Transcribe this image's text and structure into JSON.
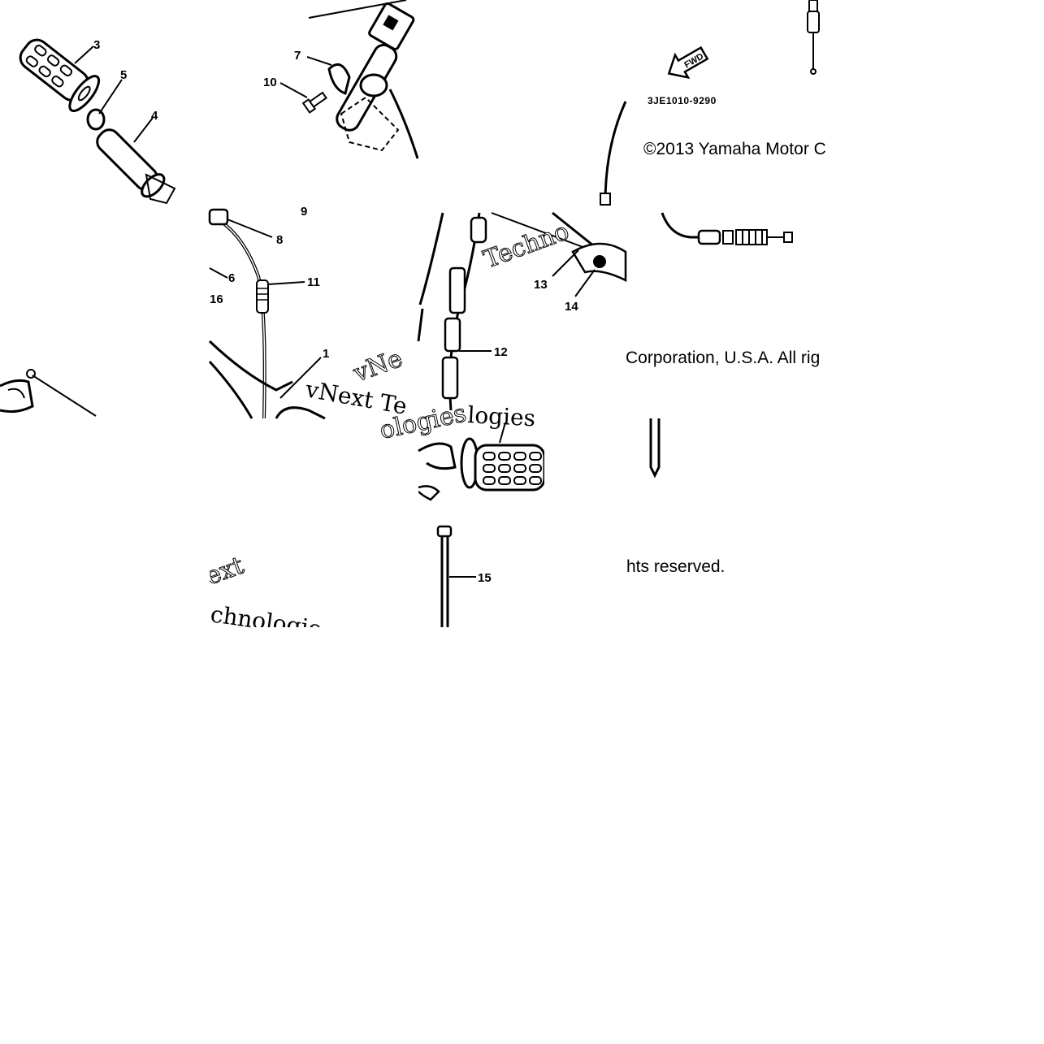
{
  "diagram": {
    "callouts": [
      "3",
      "5",
      "4",
      "7",
      "10",
      "9",
      "8",
      "6",
      "11",
      "16",
      "1",
      "13",
      "14",
      "12",
      "15"
    ],
    "part_number": "3JE1010-9290",
    "fwd_label": "FWD",
    "copyright": {
      "line1": "©2013 Yamaha Motor C",
      "line2": "Corporation, U.S.A. All rig",
      "line3": "hts reserved."
    },
    "watermarks": {
      "a": "vNext Te",
      "b": "Techno",
      "c": "vNe",
      "d": "logies",
      "e": "ext",
      "f": "chnologie",
      "g": "ologies"
    }
  }
}
